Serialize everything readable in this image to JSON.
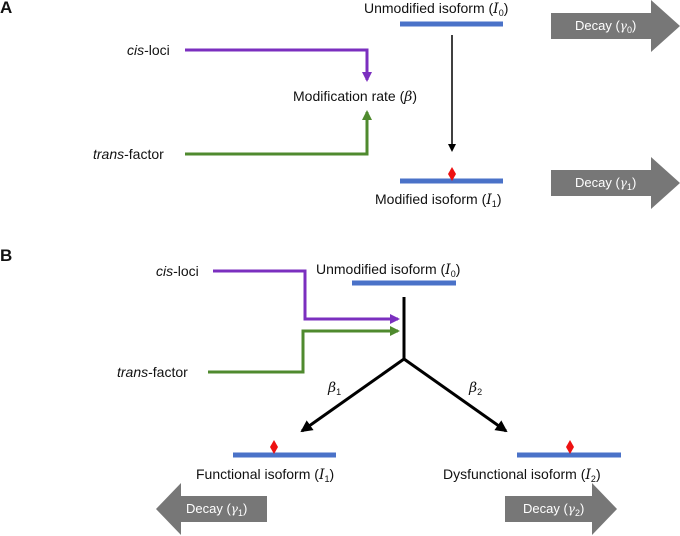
{
  "panel_a": {
    "letter": "A",
    "unmodified": {
      "text": "Unmodified isoform (",
      "sym": "I",
      "sub": "0",
      "close": ")"
    },
    "modified": {
      "text": "Modified isoform (",
      "sym": "I",
      "sub": "1",
      "close": ")"
    },
    "cis": {
      "italic": "cis",
      "rest": "-loci"
    },
    "trans": {
      "italic": "trans",
      "rest": "-factor"
    },
    "rate": {
      "text": "Modification rate (",
      "sym": "β",
      "close": ")"
    },
    "decay0": {
      "text": "Decay (",
      "sym": "γ",
      "sub": "0",
      "close": ")"
    },
    "decay1": {
      "text": "Decay (",
      "sym": "γ",
      "sub": "1",
      "close": ")"
    }
  },
  "panel_b": {
    "letter": "B",
    "unmodified": {
      "text": "Unmodified isoform (",
      "sym": "I",
      "sub": "0",
      "close": ")"
    },
    "cis": {
      "italic": "cis",
      "rest": "-loci"
    },
    "trans": {
      "italic": "trans",
      "rest": "-factor"
    },
    "beta1": {
      "sym": "β",
      "sub": "1"
    },
    "beta2": {
      "sym": "β",
      "sub": "2"
    },
    "functional": {
      "text": "Functional isoform (",
      "sym": "I",
      "sub": "1",
      "close": ")"
    },
    "dysfunctional": {
      "text": "Dysfunctional isoform (",
      "sym": "I",
      "sub": "2",
      "close": ")"
    },
    "decay1": {
      "text": "Decay (",
      "sym": "γ",
      "sub": "1",
      "close": ")"
    },
    "decay2": {
      "text": "Decay (",
      "sym": "γ",
      "sub": "2",
      "close": ")"
    }
  },
  "colors": {
    "cis": "#7b2fbf",
    "trans": "#4f8a2e",
    "isoform": "#4a72c8",
    "modification": "#ee1111",
    "decay": "#777777",
    "arrow": "#000000"
  }
}
